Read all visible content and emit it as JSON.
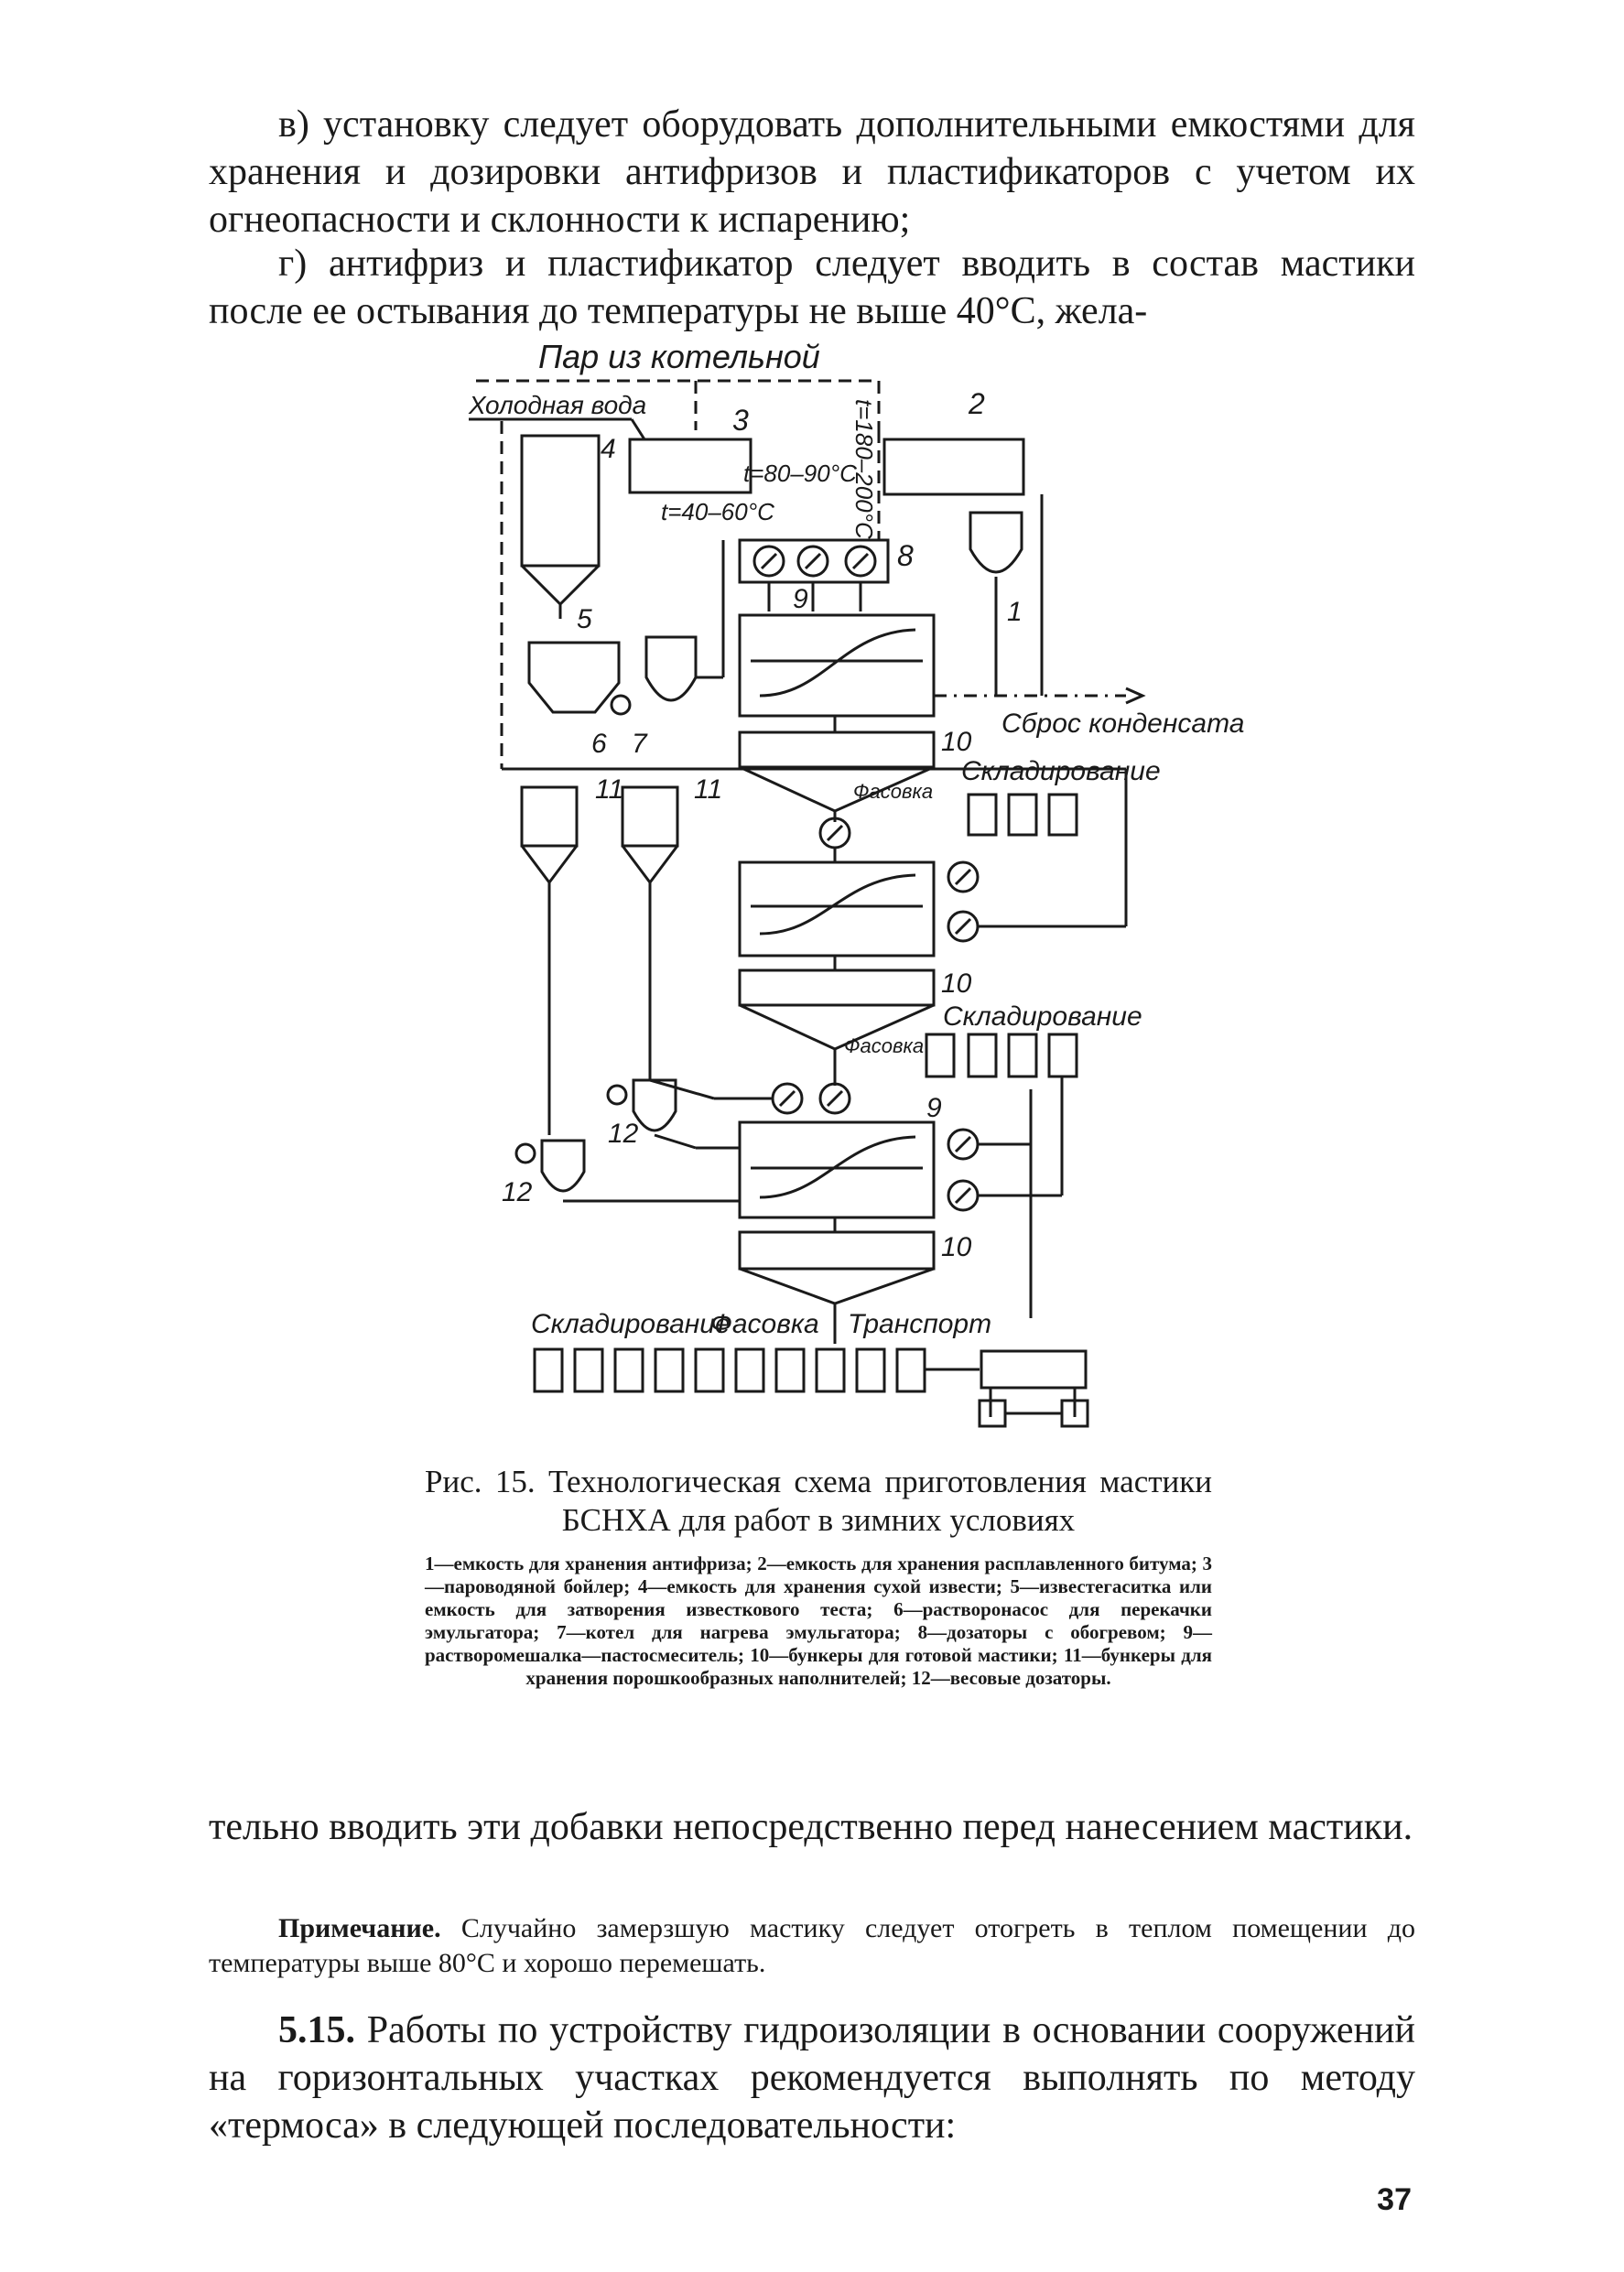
{
  "text": {
    "para_v": "в) установку следует оборудовать дополнительными емкостями для хранения и дозировки антифризов и пластификаторов с учетом их огнеопасности и склонности к испарению;",
    "para_g": "г) антифриз и пластификатор следует вводить в состав мастики после ее остывания до температуры не выше 40°С, жела-",
    "para_cont": "тельно вводить эти добавки непосредственно перед нанесением мастики.",
    "note_label": "Примечание.",
    "note_text": " Случайно замерзшую мастику следует отогреть в теплом помещении до температуры выше 80°С и хорошо перемешать.",
    "section_number": "5.15.",
    "section_text": " Работы по устройству гидроизоляции в основании сооружений на горизонтальных участках рекомендуется выполнять по методу «термоса» в следующей последовательности:"
  },
  "figure": {
    "labels": {
      "steam": "Пар из котельной",
      "cold_water": "Холодная вода",
      "temp_boiler_out": "t=80–90°C",
      "temp_boiler_low": "t=40–60°C",
      "temp_bitumen": "t=180–200°C",
      "condensate": "Сброс конденсата",
      "storage1": "Складирование",
      "packing1": "Фасовка",
      "storage2": "Складирование",
      "packing2": "Фасовка",
      "storage_bottom": "Складирование",
      "packing_bottom": "Фасовка",
      "transport": "Транспорт"
    },
    "numbers": {
      "n1": "1",
      "n2": "2",
      "n3": "3",
      "n4": "4",
      "n5": "5",
      "n6": "6",
      "n7": "7",
      "n8": "8",
      "n9a": "9",
      "n9b": "9",
      "n10a": "10",
      "n10b": "10",
      "n10c": "10",
      "n11a": "11",
      "n11b": "11",
      "n12a": "12",
      "n12b": "12"
    }
  },
  "caption": {
    "title": "Рис. 15. Технологическая схема приготовления мастики БСНХА для работ в зимних условиях",
    "legend": "1—емкость для хранения антифриза; 2—емкость для хранения расплавленного битума; 3—пароводяной бойлер; 4—емкость для хранения сухой извести; 5—известегаситка или емкость для затворения известкового теста; 6—растворонасос для перекачки эмульгатора; 7—котел для нагрева эмульгатора; 8—дозаторы с обогревом; 9—растворомешалка—пастосмеситель; 10—бункеры для готовой мастики; 11—бункеры для хранения порошкообразных наполнителей; 12—весовые дозаторы."
  },
  "page_number": "37"
}
